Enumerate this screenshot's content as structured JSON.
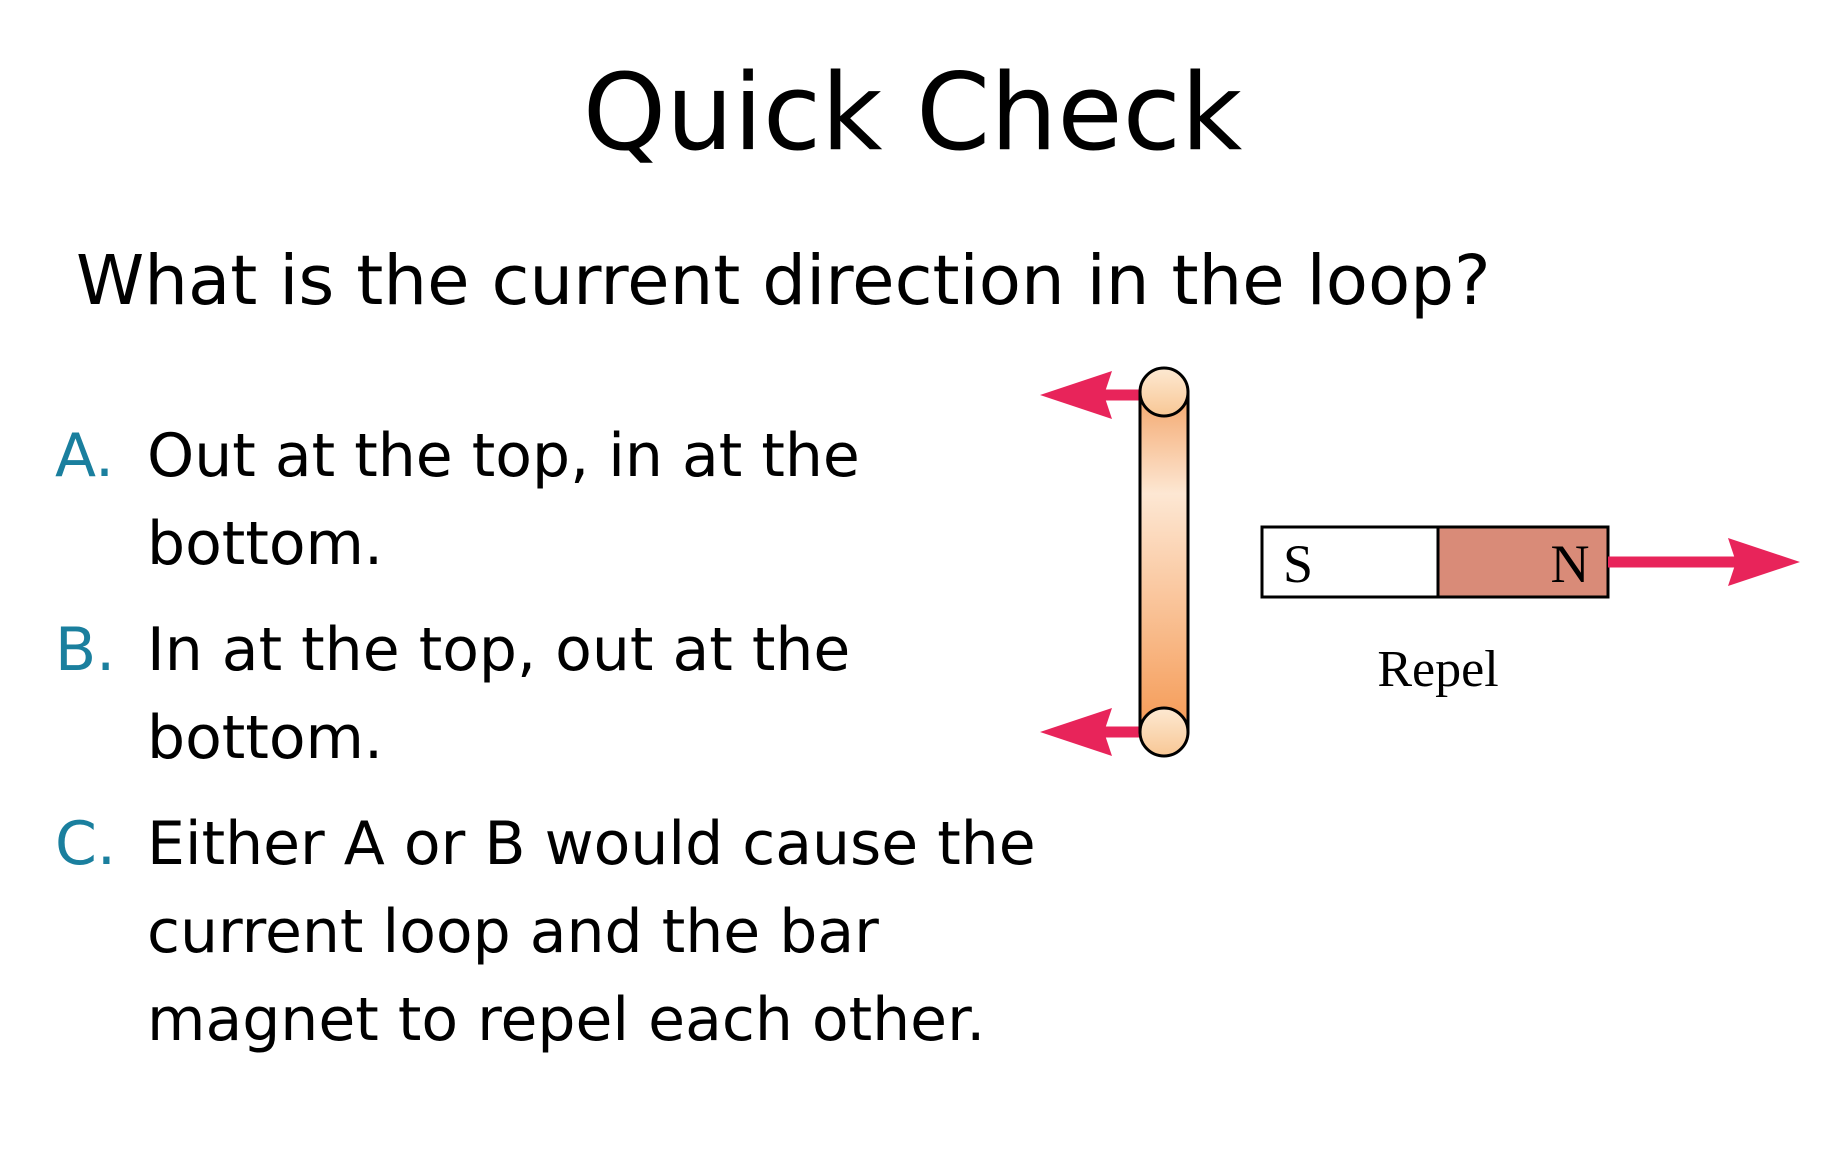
{
  "slide": {
    "title": "Quick Check",
    "question": "What is the current direction in the loop?"
  },
  "options": [
    {
      "letter": "A.",
      "lines": [
        "Out at the top, in at the",
        "bottom."
      ]
    },
    {
      "letter": "B.",
      "lines": [
        "In at the top, out at the",
        "bottom."
      ]
    },
    {
      "letter": "C.",
      "lines": [
        "Either A or B would cause the",
        "current loop and the bar",
        "magnet to repel each other."
      ]
    }
  ],
  "figure": {
    "magnet": {
      "south_label": "S",
      "north_label": "N"
    },
    "caption": "Repel"
  },
  "colors": {
    "option_letter": "#1a7f9e",
    "arrow": "#e8245a",
    "magnet_north": "#d98b78",
    "magnet_south": "#ffffff",
    "loop_light": "#fde7d3",
    "loop_dark": "#f6a060"
  }
}
